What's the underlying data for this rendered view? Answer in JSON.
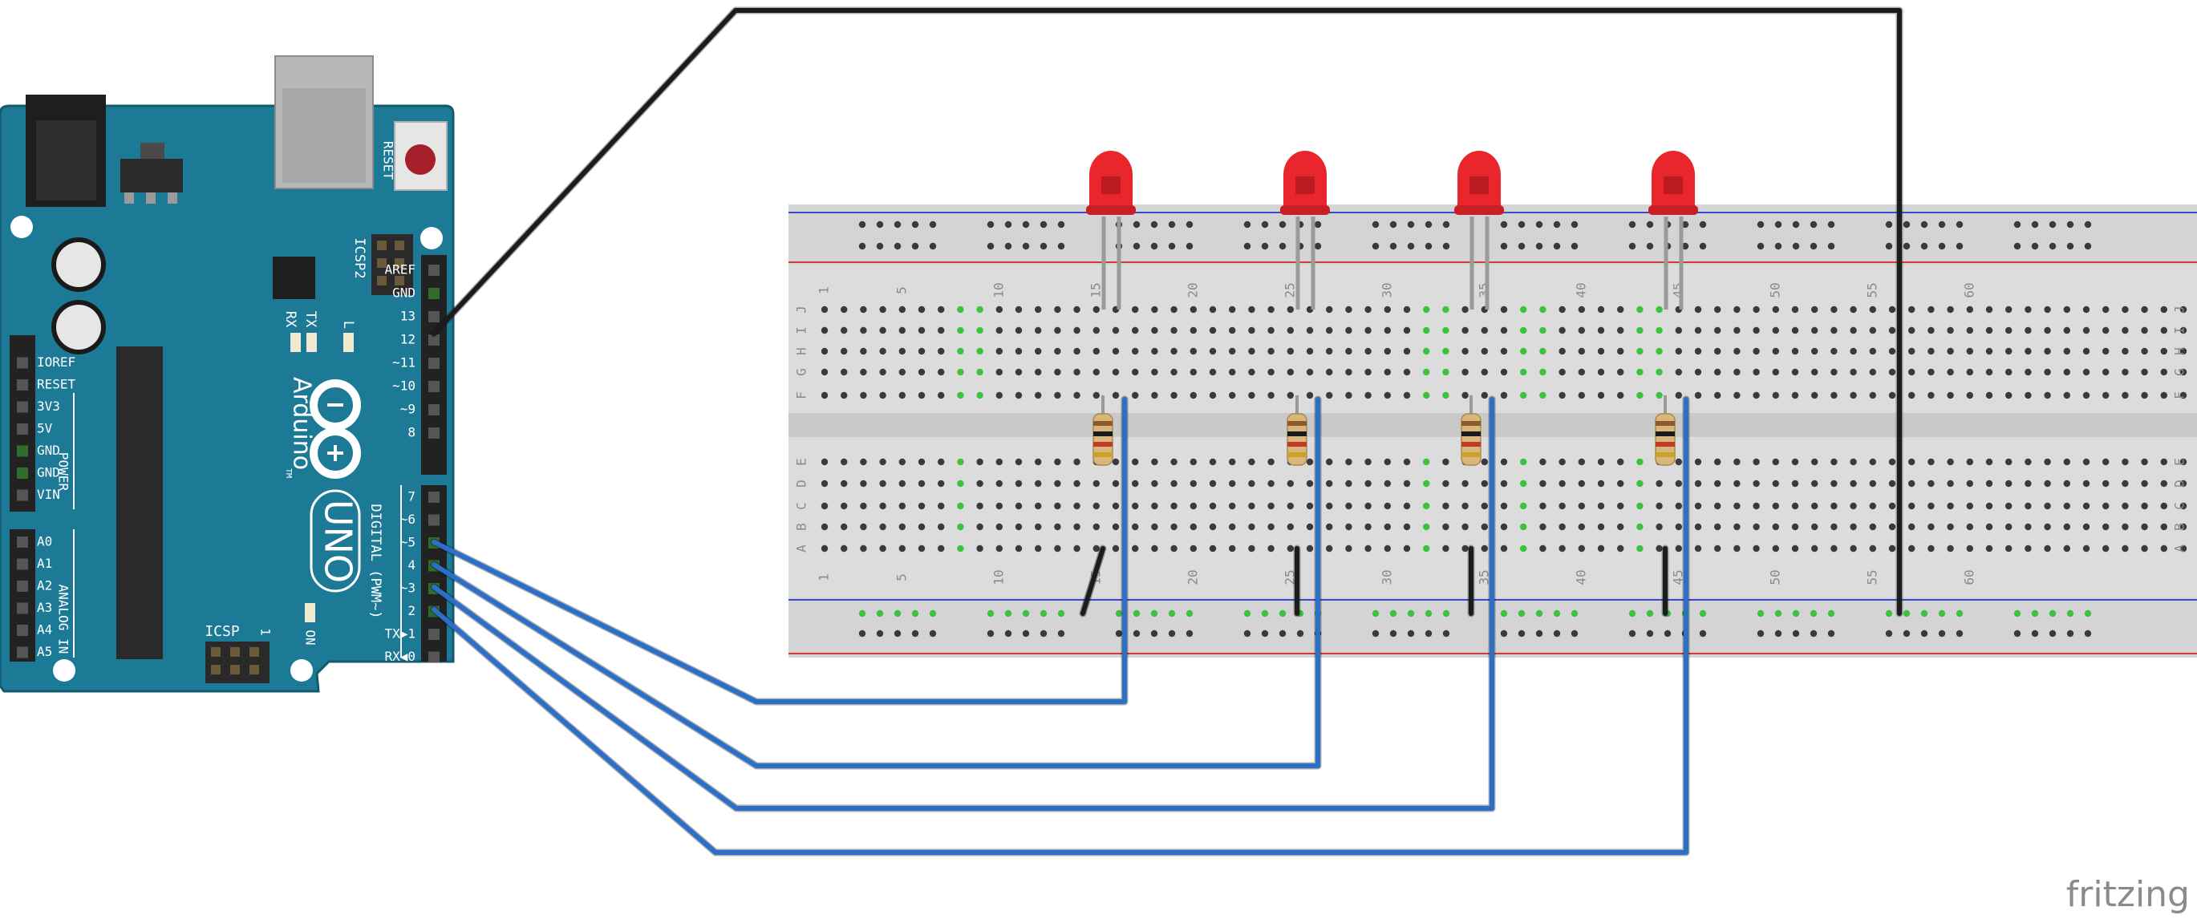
{
  "arduino": {
    "brand": "Arduino",
    "trademark": "TM",
    "model": "UNO",
    "reset_label": "RESET",
    "icsp_label": "ICSP",
    "icsp2_label": "ICSP2",
    "tx_label": "TX",
    "rx_label": "RX",
    "l_label": "L",
    "on_label": "ON",
    "digital_label": "DIGITAL (PWM~)",
    "power_label": "POWER",
    "analog_label": "ANALOG IN",
    "icsp_pin_one": "1",
    "digital_pins": [
      "AREF",
      "GND",
      "13",
      "12",
      "~11",
      "~10",
      "~9",
      "8",
      "7",
      "~6",
      "~5",
      "4",
      "~3",
      "2",
      "TX▶1",
      "RX◀0"
    ],
    "power_pins": [
      "IOREF",
      "RESET",
      "3V3",
      "5V",
      "GND",
      "GND",
      "VIN"
    ],
    "analog_pins": [
      "A0",
      "A1",
      "A2",
      "A3",
      "A4",
      "A5"
    ]
  },
  "breadboard": {
    "column_numbers": [
      "1",
      "5",
      "10",
      "15",
      "20",
      "25",
      "30",
      "35",
      "40",
      "45",
      "50",
      "55",
      "60"
    ],
    "row_letters_top": [
      "J",
      "I",
      "H",
      "G",
      "F"
    ],
    "row_letters_bottom": [
      "E",
      "D",
      "C",
      "B",
      "A"
    ]
  },
  "components": {
    "leds": [
      {
        "color": "red"
      },
      {
        "color": "red"
      },
      {
        "color": "red"
      },
      {
        "color": "red"
      }
    ],
    "resistors": [
      {
        "bands": [
          "#8b5a2b",
          "#1a1a1a",
          "#c0392b",
          "#c9a227"
        ]
      },
      {
        "bands": [
          "#8b5a2b",
          "#1a1a1a",
          "#c0392b",
          "#c9a227"
        ]
      },
      {
        "bands": [
          "#8b5a2b",
          "#1a1a1a",
          "#c0392b",
          "#c9a227"
        ]
      },
      {
        "bands": [
          "#8b5a2b",
          "#1a1a1a",
          "#c0392b",
          "#c9a227"
        ]
      }
    ]
  },
  "wires": {
    "signal_color": "#2b6fc9",
    "ground_color": "#1c1c1c"
  },
  "colors": {
    "board": "#1c7a96",
    "led": "#e8262b",
    "breadboard": "#dcdcdc",
    "rail_blue": "#3a4ad0",
    "rail_red": "#d03a3a",
    "active_hole": "#3cc23c"
  },
  "footer": {
    "watermark": "fritzing"
  }
}
